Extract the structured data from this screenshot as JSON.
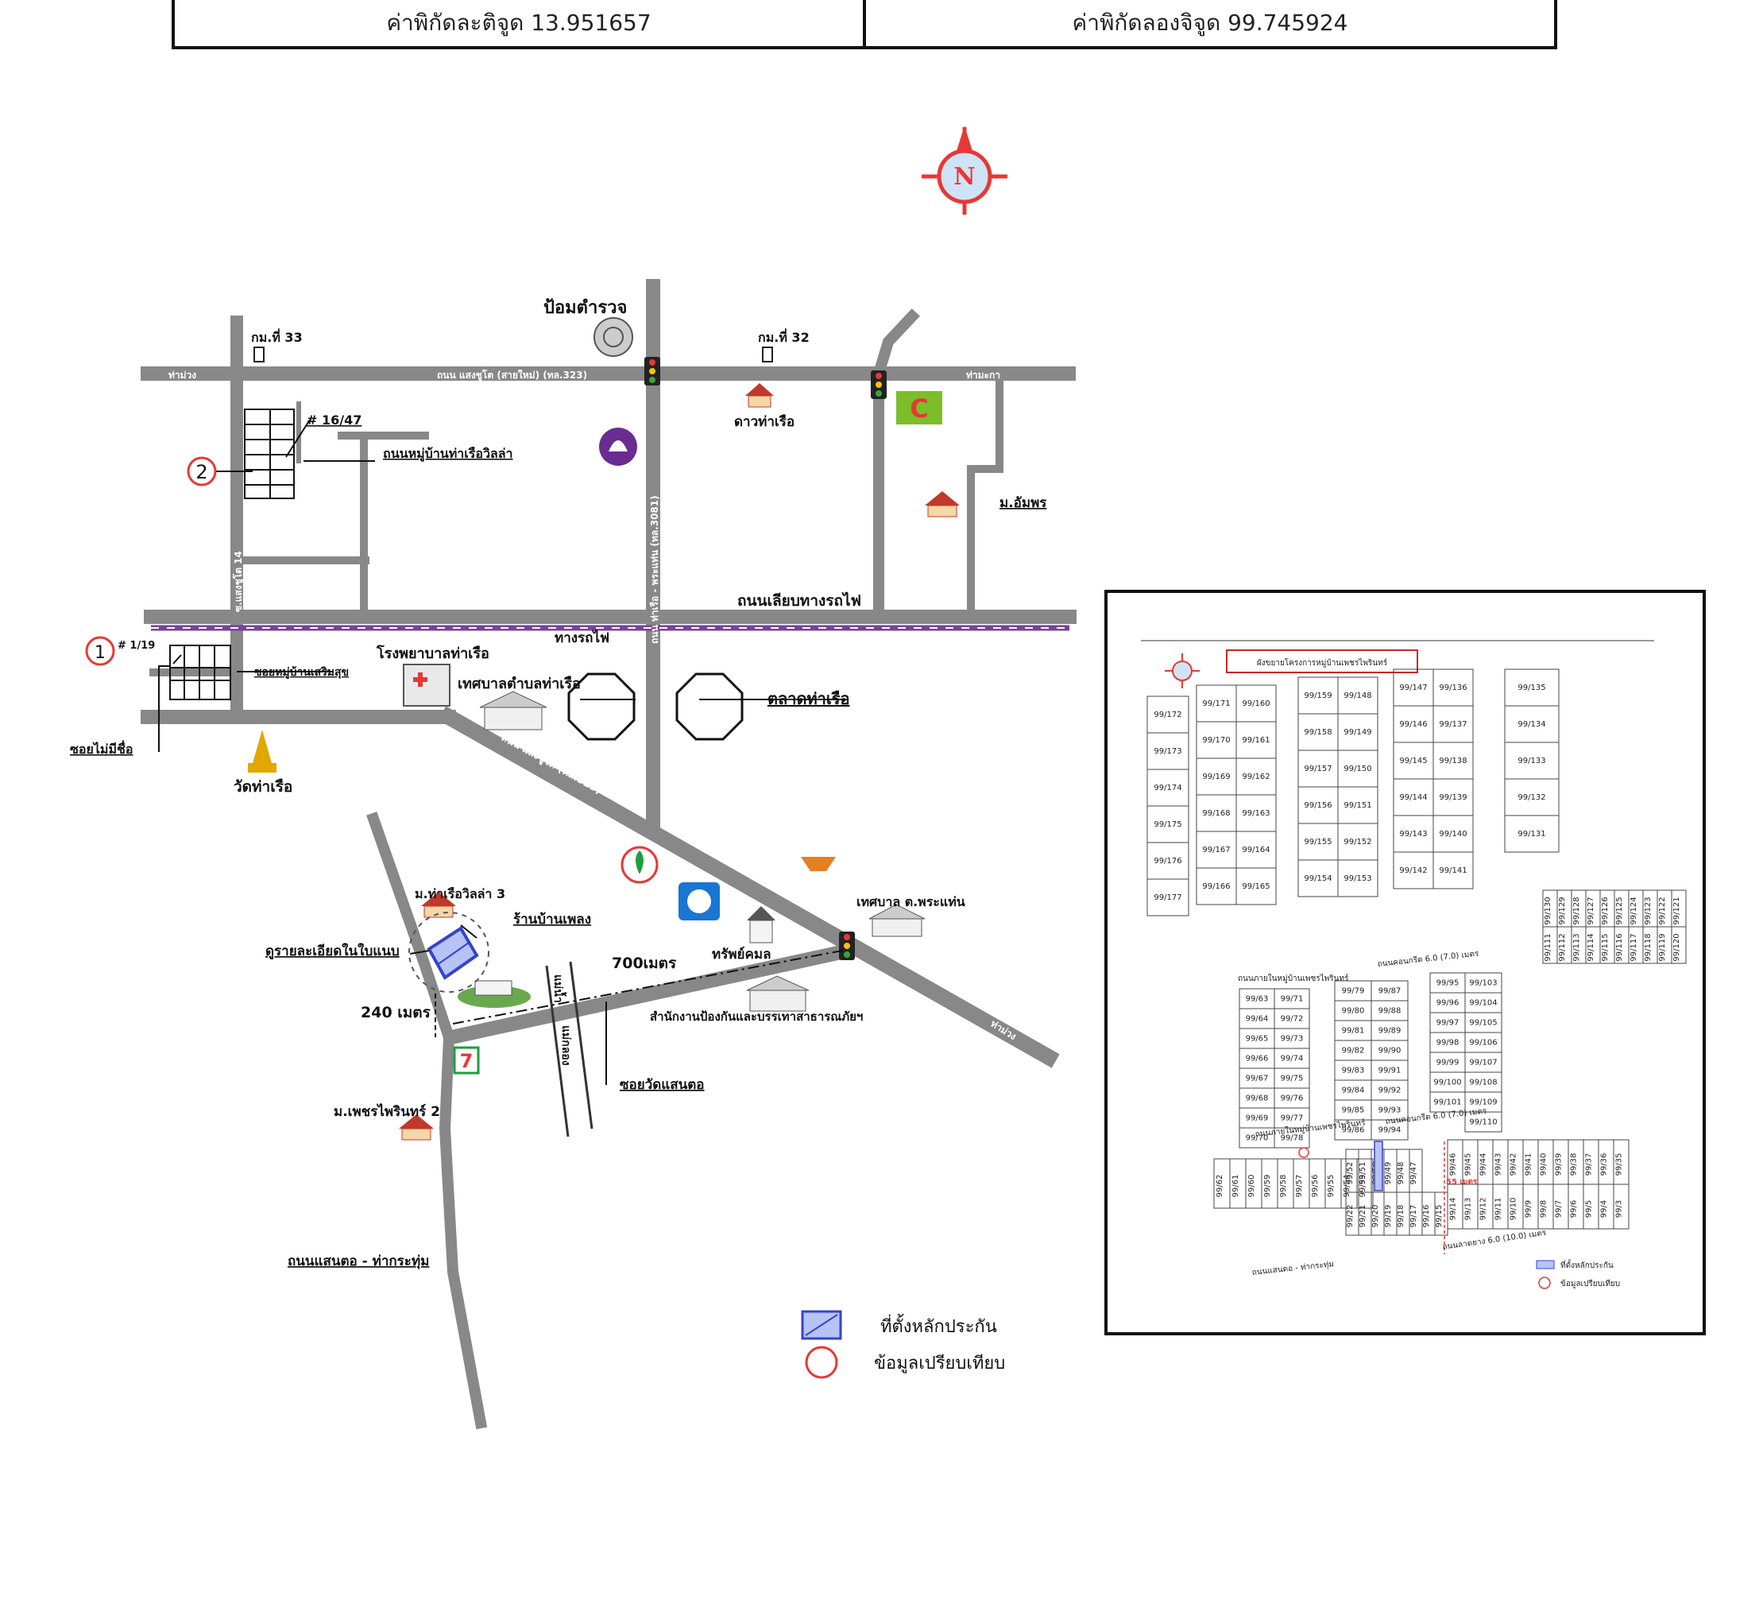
{
  "coords": {
    "lat_label": "ค่าพิกัดละติจูด 13.951657",
    "lng_label": "ค่าพิกัดลองจิจูด 99.745924"
  },
  "compass": {
    "letter": "N",
    "icon": "north-arrow-icon",
    "color": "#e53935"
  },
  "colors": {
    "road": "#888888",
    "accent": "#e53935",
    "rail": "#7b3fa0",
    "collateral": "#3344cc"
  },
  "map": {
    "labels": {
      "police": "ป้อมตำรวจ",
      "km33": "กม.ที่ 33",
      "km32": "กม.ที่ 32",
      "tha_muang_left": "ท่าม่วง",
      "main_road": "ถนน แสงชูโต (สายใหม่) (ทล.323)",
      "tha_maka": "ท่ามะกา",
      "house_16_47": "# 16/47",
      "village_road": "ถนนหมู่บ้านท่าเรือวิลล่า",
      "dao_tha_ruea": "ดาวท่าเรือ",
      "m_amphon": "ม.อัมพร",
      "circle_2": "2",
      "soi_14": "ซ.แสงชูโต 14",
      "road_vertical": "ถนน ท่าเรือ - พระแท่น (ทล.3081)",
      "rail_road": "ถนนเลียบทางรถไฟ",
      "railway": "ทางรถไฟ",
      "house_1_19": "# 1/19",
      "circle_1": "1",
      "hospital": "โรงพยาบาลท่าเรือ",
      "municipality": "เทศบาลตำบลท่าเรือ",
      "market": "ตลาดท่าเรือ",
      "soi_roem_suk": "ซอยหมู่บ้านเสริมสุข",
      "soi_no_name": "ซอยไม่มีชื่อ",
      "wat": "วัดท่าเรือ",
      "diag_road": "ถนน แสงชูโต (ทล.323)",
      "m_tha_ruea_villa3": "ม.ท่าเรือวิลล่า 3",
      "ban_phleng": "ร้านบ้านเพลง",
      "see_detail": "ดูรายละเอียดในใบแนบ",
      "dist_700": "700เมตร",
      "sap_kamon": "ทรัพย์คมล",
      "tessaban_phra_thaen": "เทศบาล ต.พระแท่น",
      "dist_240": "240 เมตร",
      "office": "สำนักงานป้องกันและบรรเทาสาธารณภัยฯ",
      "tha_muang_right": "ท่าม่วง",
      "river_label": "แม่น้ำ",
      "river_name": "แม่กลอง",
      "soi_wat": "ซอยวัดแสนตอ",
      "m_phet_phairin2": "ม.เพชรไพรินทร์ 2",
      "road_saen_to": "ถนนแสนตอ - ท่ากระทุ่ม",
      "seven": "7",
      "big_c": "C"
    },
    "legend": {
      "collateral": "ที่ตั้งหลักประกัน",
      "comparison": "ข้อมูลเปรียบเทียบ"
    }
  },
  "inset": {
    "title": "ผังขยายโครงการหมู่บ้านเพชรไพรินทร์",
    "road_internal_1": "ถนนภายในหมู่บ้านเพชรไพรินทร์",
    "road_concrete_1": "ถนนคอนกรีต 6.0 (7.0) เมตร",
    "road_internal_2": "ถนนภายในหมู่บ้านเพชรไพรินทร์",
    "road_concrete_2": "ถนนคอนกรีต 6.0 (7.0) เมตร",
    "road_asphalt": "ถนนลาดยาง 6.0 (10.0) เมตร",
    "road_saen_to": "ถนนแสนตอ - ท่ากระทุ่ม",
    "distance": "55 เมตร",
    "legend_collateral": "ที่ตั้งหลักประกัน",
    "legend_comparison": "ข้อมูลเปรียบเทียบ",
    "col_a": [
      "99/172",
      "99/173",
      "99/174",
      "99/175",
      "99/176",
      "99/177"
    ],
    "col_b1": [
      "99/171",
      "99/170",
      "99/169",
      "99/168",
      "99/167",
      "99/166"
    ],
    "col_b2": [
      "99/160",
      "99/161",
      "99/162",
      "99/163",
      "99/164",
      "99/165"
    ],
    "col_c1": [
      "99/159",
      "99/158",
      "99/157",
      "99/156",
      "99/155",
      "99/154"
    ],
    "col_c2": [
      "99/148",
      "99/149",
      "99/150",
      "99/151",
      "99/152",
      "99/153"
    ],
    "col_d1": [
      "99/147",
      "99/146",
      "99/145",
      "99/144",
      "99/143",
      "99/142"
    ],
    "col_d2": [
      "99/136",
      "99/137",
      "99/138",
      "99/139",
      "99/140",
      "99/141"
    ],
    "col_e": [
      "99/135",
      "99/134",
      "99/133",
      "99/132",
      "99/131"
    ],
    "row_f_top": [
      "99/130",
      "99/129",
      "99/128",
      "99/127",
      "99/126",
      "99/125",
      "99/124",
      "99/123",
      "99/122",
      "99/121"
    ],
    "row_f_bot": [
      "99/111",
      "99/112",
      "99/113",
      "99/114",
      "99/115",
      "99/116",
      "99/117",
      "99/118",
      "99/119",
      "99/120"
    ],
    "col_g1": [
      "99/63",
      "99/64",
      "99/65",
      "99/66",
      "99/67",
      "99/68",
      "99/69",
      "99/70"
    ],
    "col_g2": [
      "99/71",
      "99/72",
      "99/73",
      "99/74",
      "99/75",
      "99/76",
      "99/77",
      "99/78"
    ],
    "col_h1": [
      "99/79",
      "99/80",
      "99/81",
      "99/82",
      "99/83",
      "99/84",
      "99/85",
      "99/86"
    ],
    "col_h2": [
      "99/87",
      "99/88",
      "99/89",
      "99/90",
      "99/91",
      "99/92",
      "99/93",
      "99/94"
    ],
    "col_i1": [
      "99/95",
      "99/96",
      "99/97",
      "99/98",
      "99/99",
      "99/100",
      "99/101"
    ],
    "col_i2": [
      "99/103",
      "99/104",
      "99/105",
      "99/106",
      "99/107",
      "99/108",
      "99/109",
      "99/110"
    ],
    "row_j": [
      "99/62",
      "99/61",
      "99/60",
      "99/59",
      "99/58",
      "99/57",
      "99/56",
      "99/55",
      "99/54",
      "99/53"
    ],
    "row_k_top": [
      "99/52",
      "99/51",
      "99/50",
      "99/49",
      "99/48",
      "99/47"
    ],
    "row_k_bot": [
      "99/22",
      "99/21",
      "99/20",
      "99/19",
      "99/18",
      "99/17",
      "99/16",
      "99/15"
    ],
    "row_l_top": [
      "99/46",
      "99/45",
      "99/44",
      "99/43",
      "99/42",
      "99/41",
      "99/40",
      "99/39",
      "99/38",
      "99/37",
      "99/36",
      "99/35"
    ],
    "row_l_bot": [
      "99/14",
      "99/13",
      "99/12",
      "99/11",
      "99/10",
      "99/9",
      "99/8",
      "99/7",
      "99/6",
      "99/5",
      "99/4",
      "99/3"
    ]
  }
}
